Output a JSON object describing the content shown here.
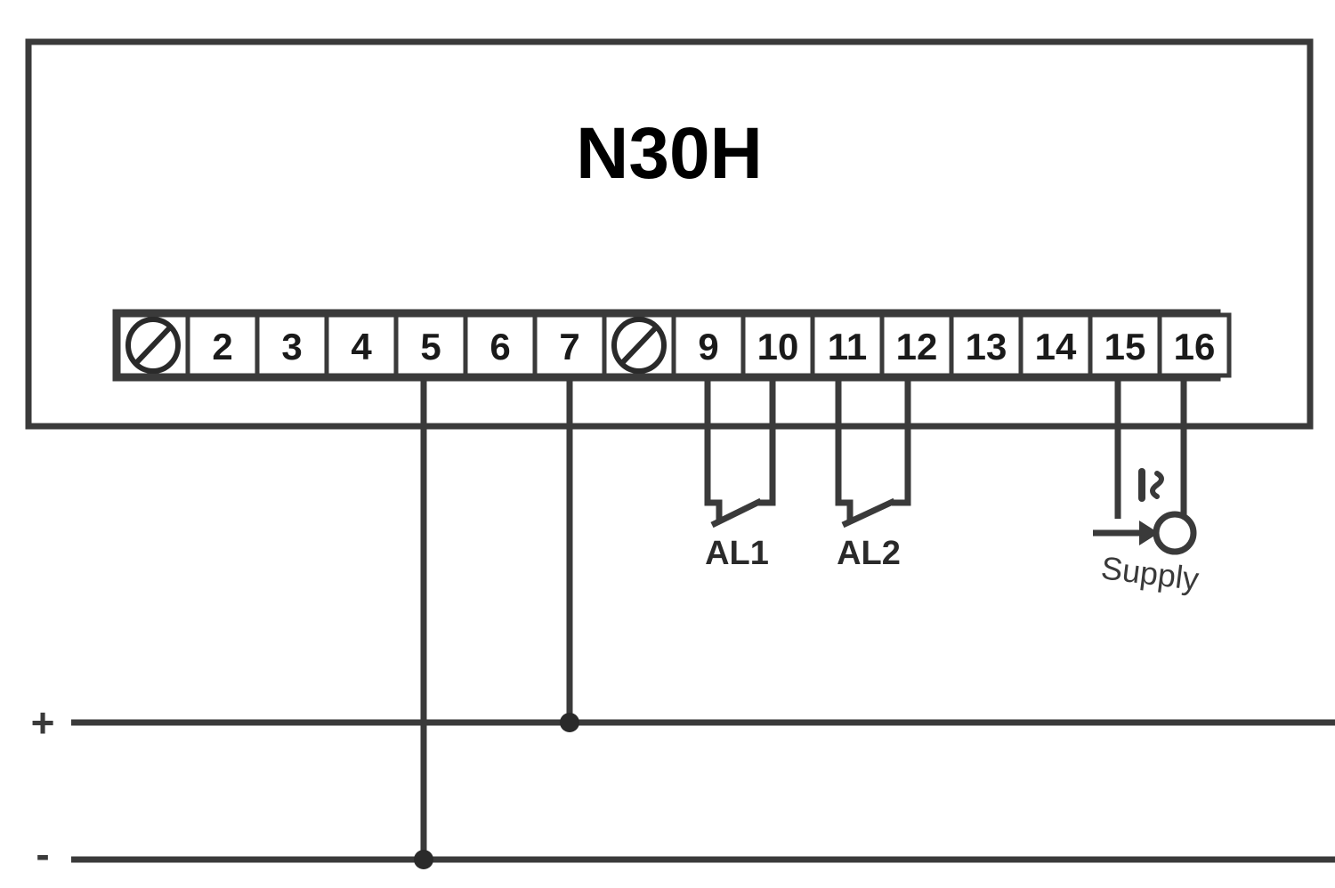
{
  "diagram": {
    "device_title": "N30H",
    "terminal_strip": {
      "terminals": [
        {
          "id": "t1",
          "label": "",
          "symbol": "crossed-circle"
        },
        {
          "id": "t2",
          "label": "2",
          "symbol": "number"
        },
        {
          "id": "t3",
          "label": "3",
          "symbol": "number"
        },
        {
          "id": "t4",
          "label": "4",
          "symbol": "number"
        },
        {
          "id": "t5",
          "label": "5",
          "symbol": "number"
        },
        {
          "id": "t6",
          "label": "6",
          "symbol": "number"
        },
        {
          "id": "t7",
          "label": "7",
          "symbol": "number"
        },
        {
          "id": "t8",
          "label": "",
          "symbol": "crossed-circle"
        },
        {
          "id": "t9",
          "label": "9",
          "symbol": "number"
        },
        {
          "id": "t10",
          "label": "10",
          "symbol": "number"
        },
        {
          "id": "t11",
          "label": "11",
          "symbol": "number"
        },
        {
          "id": "t12",
          "label": "12",
          "symbol": "number"
        },
        {
          "id": "t13",
          "label": "13",
          "symbol": "number"
        },
        {
          "id": "t14",
          "label": "14",
          "symbol": "number"
        },
        {
          "id": "t15",
          "label": "15",
          "symbol": "number"
        },
        {
          "id": "t16",
          "label": "16",
          "symbol": "number"
        }
      ]
    },
    "relays": [
      {
        "id": "al1",
        "label": "AL1",
        "terminals": [
          "9",
          "10"
        ]
      },
      {
        "id": "al2",
        "label": "AL2",
        "terminals": [
          "11",
          "12"
        ]
      }
    ],
    "supply": {
      "label": "Supply",
      "terminals": [
        "15",
        "16"
      ],
      "symbol": "ac-dc-symbol"
    },
    "bus_lines": [
      {
        "id": "positive",
        "label": "+",
        "connected_terminal": "7"
      },
      {
        "id": "negative",
        "label": "-",
        "connected_terminal": "5"
      }
    ],
    "colors": {
      "line": "#3a3a3a",
      "text": "#1a1a1a",
      "background": "#ffffff"
    }
  }
}
